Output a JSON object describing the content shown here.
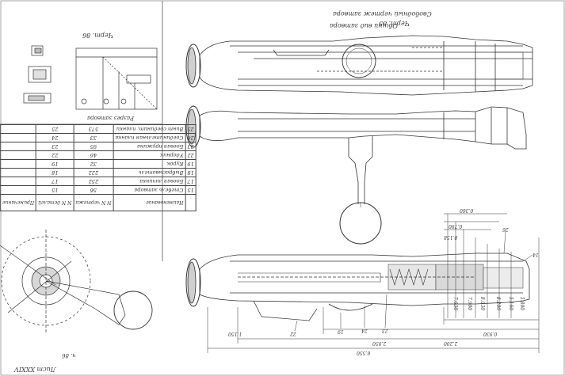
{
  "sheet": {
    "drawing_label": "Черт. 85",
    "drawing_title": "Общий вид затвора",
    "drawing_subtitle": "Свободный чертеж затвора",
    "small_drawing_label": "Черт. 86",
    "small_drawing_caption": "Разрез затвора",
    "page_footer": "Лист XXXIV",
    "corner_mark": "ч. 86"
  },
  "parts_table": {
    "headers": [
      "Наименование",
      "N N чертежа",
      "N N деталей",
      "Примечание"
    ],
    "rows": [
      {
        "pos": "15",
        "name": "Стебель затвора",
        "drawing": "5б",
        "part": "15"
      },
      {
        "pos": "17",
        "name": "Боевая личинка",
        "drawing": "252",
        "part": "17"
      },
      {
        "pos": "18",
        "name": "Выбрасыватель",
        "drawing": "222",
        "part": "18"
      },
      {
        "pos": "19",
        "name": "Курок",
        "drawing": "32",
        "part": "19"
      },
      {
        "pos": "22",
        "name": "Ударник",
        "drawing": "46",
        "part": "22"
      },
      {
        "pos": "23",
        "name": "Боевая пружина",
        "drawing": "95",
        "part": "23"
      },
      {
        "pos": "24",
        "name": "Соединительная планка",
        "drawing": "33",
        "part": "24"
      },
      {
        "pos": "25",
        "name": "Винт соединит. планки",
        "drawing": "573",
        "part": "25"
      }
    ]
  },
  "annotations": {
    "callout_26": "26",
    "callout_14": "14",
    "callout_22": "22",
    "callout_19": "19",
    "callout_24": "24",
    "callout_23": "23"
  },
  "dimensions": {
    "d1": "8.200",
    "d2": "8.030",
    "d3": "7.900",
    "d4": "7.030",
    "d5": "6.550",
    "d6": "2.950",
    "d7": "2.200",
    "d8": "1.150",
    "d9": "0.930",
    "d10": "0.790",
    "d11": "0.360",
    "d12": "0.158",
    "d13": "5.160",
    "d14": "5.800"
  }
}
